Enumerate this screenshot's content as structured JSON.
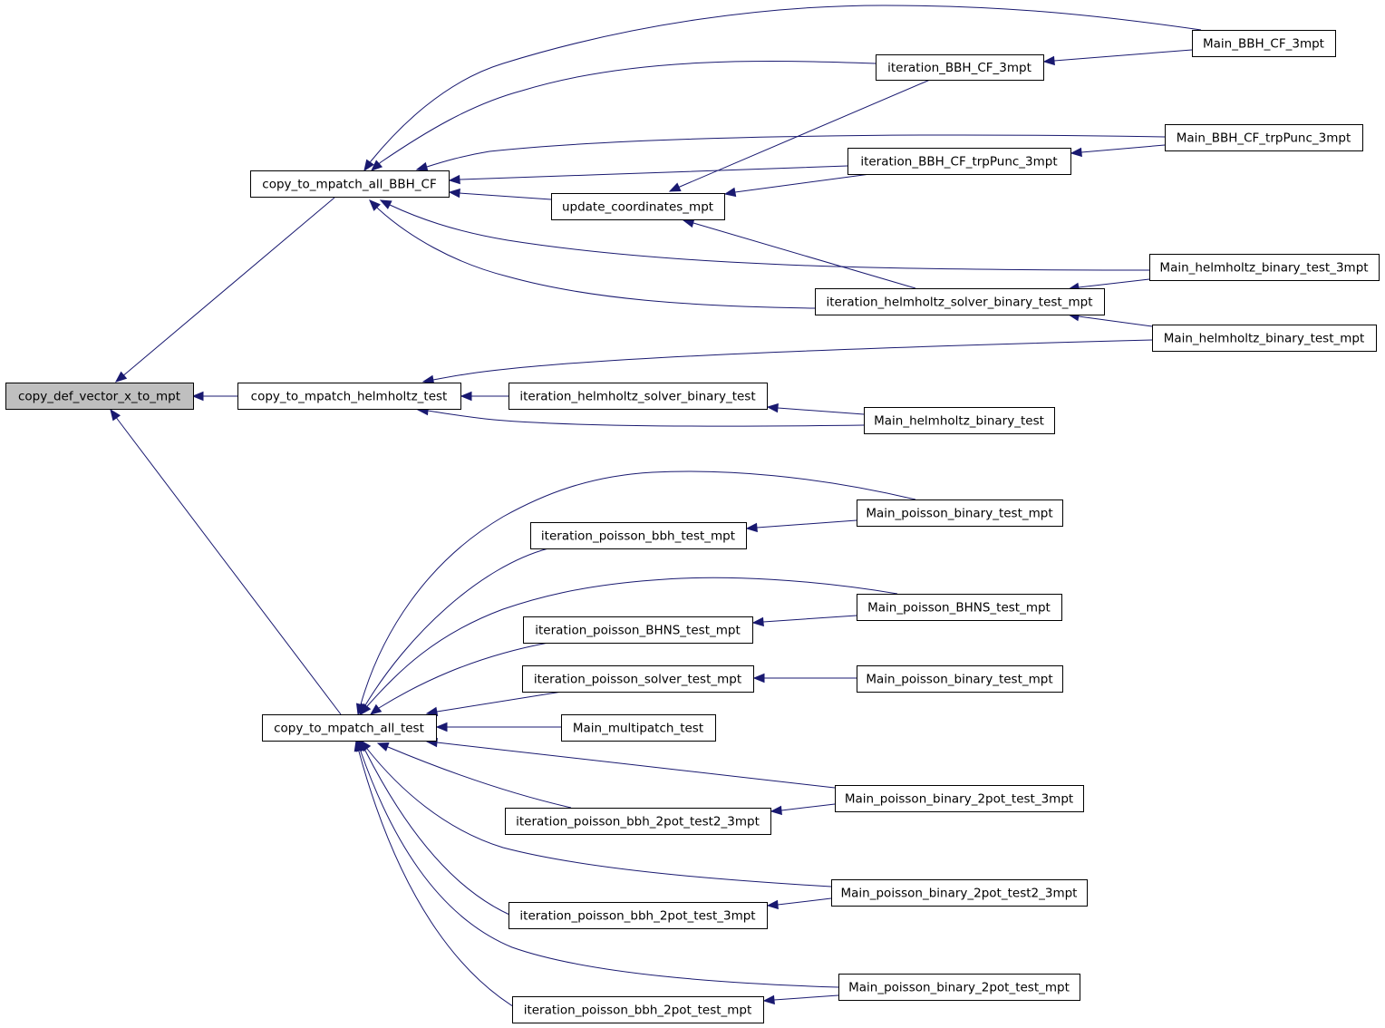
{
  "graph": {
    "colors": {
      "edge": "#191970",
      "root_fill": "#bfbfbf",
      "node_fill": "#ffffff",
      "node_stroke": "#000000"
    },
    "nodes": [
      {
        "id": "root",
        "label": "copy_def_vector_x_to_mpt",
        "root": true
      },
      {
        "id": "bbhcf",
        "label": "copy_to_mpatch_all_BBH_CF"
      },
      {
        "id": "helm",
        "label": "copy_to_mpatch_helmholtz_test"
      },
      {
        "id": "alltest",
        "label": "copy_to_mpatch_all_test"
      },
      {
        "id": "iter_bbh_cf_3mpt",
        "label": "iteration_BBH_CF_3mpt"
      },
      {
        "id": "main_bbh_cf_3mpt",
        "label": "Main_BBH_CF_3mpt"
      },
      {
        "id": "main_bbh_cf_trp",
        "label": "Main_BBH_CF_trpPunc_3mpt"
      },
      {
        "id": "iter_bbh_cf_trp",
        "label": "iteration_BBH_CF_trpPunc_3mpt"
      },
      {
        "id": "upd_coord",
        "label": "update_coordinates_mpt"
      },
      {
        "id": "main_helm_3mpt",
        "label": "Main_helmholtz_binary_test_3mpt"
      },
      {
        "id": "iter_helm_mpt",
        "label": "iteration_helmholtz_solver_binary_test_mpt"
      },
      {
        "id": "main_helm_mpt",
        "label": "Main_helmholtz_binary_test_mpt"
      },
      {
        "id": "iter_helm",
        "label": "iteration_helmholtz_solver_binary_test"
      },
      {
        "id": "main_helm",
        "label": "Main_helmholtz_binary_test"
      },
      {
        "id": "main_pois_bin_mpt_a",
        "label": "Main_poisson_binary_test_mpt"
      },
      {
        "id": "iter_pois_bbh",
        "label": "iteration_poisson_bbh_test_mpt"
      },
      {
        "id": "main_pois_bhns",
        "label": "Main_poisson_BHNS_test_mpt"
      },
      {
        "id": "iter_pois_bhns",
        "label": "iteration_poisson_BHNS_test_mpt"
      },
      {
        "id": "iter_pois_solver",
        "label": "iteration_poisson_solver_test_mpt"
      },
      {
        "id": "main_pois_bin_mpt_b",
        "label": "Main_poisson_binary_test_mpt"
      },
      {
        "id": "main_multipatch",
        "label": "Main_multipatch_test"
      },
      {
        "id": "main_pois_2pot_3mpt",
        "label": "Main_poisson_binary_2pot_test_3mpt"
      },
      {
        "id": "iter_pois_2pot_test2",
        "label": "iteration_poisson_bbh_2pot_test2_3mpt"
      },
      {
        "id": "main_pois_2pot_test2",
        "label": "Main_poisson_binary_2pot_test2_3mpt"
      },
      {
        "id": "iter_pois_2pot_3mpt",
        "label": "iteration_poisson_bbh_2pot_test_3mpt"
      },
      {
        "id": "main_pois_2pot_mpt",
        "label": "Main_poisson_binary_2pot_test_mpt"
      },
      {
        "id": "iter_pois_2pot_mpt",
        "label": "iteration_poisson_bbh_2pot_test_mpt"
      }
    ],
    "edges": [
      {
        "from": "bbhcf",
        "to": "root"
      },
      {
        "from": "helm",
        "to": "root"
      },
      {
        "from": "alltest",
        "to": "root"
      },
      {
        "from": "main_bbh_cf_3mpt",
        "to": "bbhcf"
      },
      {
        "from": "iter_bbh_cf_3mpt",
        "to": "bbhcf"
      },
      {
        "from": "main_bbh_cf_trp",
        "to": "bbhcf"
      },
      {
        "from": "iter_bbh_cf_trp",
        "to": "bbhcf"
      },
      {
        "from": "upd_coord",
        "to": "bbhcf"
      },
      {
        "from": "main_helm_3mpt",
        "to": "bbhcf"
      },
      {
        "from": "iter_helm_mpt",
        "to": "bbhcf"
      },
      {
        "from": "main_bbh_cf_3mpt",
        "to": "iter_bbh_cf_3mpt"
      },
      {
        "from": "iter_bbh_cf_3mpt",
        "to": "upd_coord"
      },
      {
        "from": "main_bbh_cf_trp",
        "to": "iter_bbh_cf_trp"
      },
      {
        "from": "iter_bbh_cf_trp",
        "to": "upd_coord"
      },
      {
        "from": "iter_helm_mpt",
        "to": "upd_coord"
      },
      {
        "from": "main_helm_3mpt",
        "to": "iter_helm_mpt"
      },
      {
        "from": "main_helm_mpt",
        "to": "iter_helm_mpt"
      },
      {
        "from": "main_helm_mpt",
        "to": "helm"
      },
      {
        "from": "iter_helm",
        "to": "helm"
      },
      {
        "from": "main_helm",
        "to": "helm"
      },
      {
        "from": "main_helm",
        "to": "iter_helm"
      },
      {
        "from": "main_pois_bin_mpt_a",
        "to": "alltest"
      },
      {
        "from": "iter_pois_bbh",
        "to": "alltest"
      },
      {
        "from": "main_pois_bhns",
        "to": "alltest"
      },
      {
        "from": "iter_pois_bhns",
        "to": "alltest"
      },
      {
        "from": "iter_pois_solver",
        "to": "alltest"
      },
      {
        "from": "main_multipatch",
        "to": "alltest"
      },
      {
        "from": "main_pois_2pot_3mpt",
        "to": "alltest"
      },
      {
        "from": "iter_pois_2pot_test2",
        "to": "alltest"
      },
      {
        "from": "main_pois_2pot_test2",
        "to": "alltest"
      },
      {
        "from": "iter_pois_2pot_3mpt",
        "to": "alltest"
      },
      {
        "from": "main_pois_2pot_mpt",
        "to": "alltest"
      },
      {
        "from": "iter_pois_2pot_mpt",
        "to": "alltest"
      },
      {
        "from": "main_pois_bin_mpt_a",
        "to": "iter_pois_bbh"
      },
      {
        "from": "main_pois_bhns",
        "to": "iter_pois_bhns"
      },
      {
        "from": "main_pois_bin_mpt_b",
        "to": "iter_pois_solver"
      },
      {
        "from": "main_pois_2pot_3mpt",
        "to": "iter_pois_2pot_test2"
      },
      {
        "from": "main_pois_2pot_test2",
        "to": "iter_pois_2pot_3mpt"
      },
      {
        "from": "main_pois_2pot_mpt",
        "to": "iter_pois_2pot_mpt"
      }
    ]
  }
}
